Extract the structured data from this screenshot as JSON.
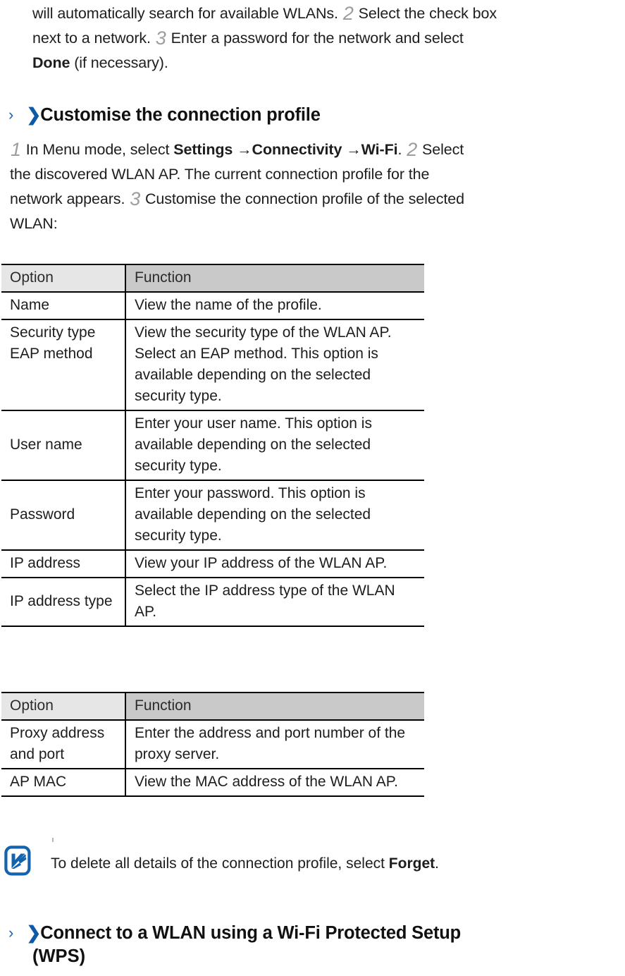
{
  "intro_paragraph": {
    "lines": [
      {
        "segments": [
          {
            "type": "text",
            "value": "will automatically search for available WLANs. "
          },
          {
            "type": "step",
            "value": "2"
          },
          {
            "type": "text",
            "value": " Select the check box"
          }
        ]
      },
      {
        "segments": [
          {
            "type": "text",
            "value": "next to a network. "
          },
          {
            "type": "step",
            "value": "3"
          },
          {
            "type": "text",
            "value": " Enter a password for the network and select"
          }
        ]
      },
      {
        "segments": [
          {
            "type": "bold",
            "value": "Done"
          },
          {
            "type": "text",
            "value": " (if necessary)."
          }
        ]
      }
    ],
    "line1_a": "will automatically search for available WLANs. ",
    "line1_step": "2",
    "line1_b": " Select the check box",
    "line2_a": "next to a network. ",
    "line2_step": "3",
    "line2_b": " Enter a password for the network and select",
    "line3_bold": "Done",
    "line3_rest": " (if necessary)."
  },
  "heading_customise": {
    "chevron_thin": "›",
    "chevron_bold": "❯",
    "text": "Customise the connection profile"
  },
  "body_paragraph": {
    "l1_step": "1",
    "l1_a": " In Menu mode, select ",
    "l1_b1": "Settings",
    "l1_arrow1": " →",
    "l1_b2": "Connectivity",
    "l1_arrow2": " →",
    "l1_b3": "Wi-Fi",
    "l1_c": ". ",
    "l1_step2": "2",
    "l1_d": " Select",
    "l2": "the discovered WLAN AP. The current connection profile for the",
    "l3_a": "network appears. ",
    "l3_step": "3",
    "l3_b": " Customise the connection profile of the selected",
    "l4": "WLAN:"
  },
  "table_profile": {
    "headers": [
      "Option",
      "Function"
    ],
    "rows": [
      {
        "option": "Name",
        "function": "View the name of the profile.",
        "valign": "middle"
      },
      {
        "option": "Security type EAP method",
        "function": "View the security type of the WLAN AP. Select an EAP method. This option is available depending on the selected security type.",
        "valign": "top"
      },
      {
        "option": "User name",
        "function": "Enter your user name. This option is available depending on the selected security type.",
        "valign": "middle"
      },
      {
        "option": "Password",
        "function": "Enter your password. This option is available depending on the selected security type.",
        "valign": "middle"
      },
      {
        "option": "IP address",
        "function": "View your IP address of the WLAN AP.",
        "valign": "middle"
      },
      {
        "option": "IP address type",
        "function": "Select the IP address type of the WLAN AP.",
        "valign": "middle"
      }
    ]
  },
  "table_proxy": {
    "headers": [
      "Option",
      "Function"
    ],
    "rows": [
      {
        "option": "Proxy address and port",
        "function": "Enter the address and port number of the proxy server.",
        "valign": "middle"
      },
      {
        "option": "AP MAC",
        "function": "View the MAC address of the WLAN AP.",
        "valign": "middle"
      }
    ]
  },
  "note": {
    "icon": "note-pen-icon",
    "text_a": "To delete all details of the connection profile, select ",
    "text_bold": "Forget",
    "text_b": "."
  },
  "heading_wps": {
    "chevron_thin": "›",
    "chevron_bold": "❯",
    "line1": "Connect to a WLAN using a Wi-Fi Protected Setup",
    "line2": "(WPS)"
  },
  "colors": {
    "accent_blue": "#0d5ba6",
    "chevron_blue": "#1b63b0",
    "header_option_bg": "#e6e6e6",
    "header_function_bg": "#c9c9c9",
    "rule": "#000000",
    "step_number": "#9d9d9d",
    "text": "#1d1d1d"
  }
}
